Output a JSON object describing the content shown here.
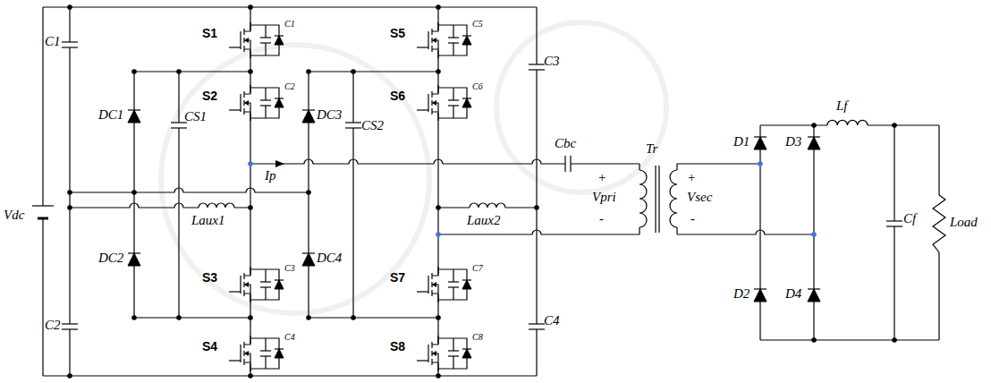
{
  "diagram": {
    "labels": [
      "Vdc",
      "C1",
      "C2",
      "DC1",
      "DC2",
      "CS1",
      "Laux1",
      "S1",
      "C1",
      "S2",
      "C2",
      "Ip",
      "S3",
      "C3",
      "S4",
      "C4",
      "DC3",
      "CS2",
      "DC4",
      "S5",
      "C5",
      "S6",
      "C6",
      "Laux2",
      "S7",
      "C7",
      "S8",
      "C8",
      "C3",
      "C4",
      "Cbc",
      "+",
      "Vpri",
      "-",
      "Tr",
      "+",
      "Vsec",
      "-",
      "D1",
      "D3",
      "D2",
      "D4",
      "Lf",
      "Cf",
      "Load"
    ]
  }
}
